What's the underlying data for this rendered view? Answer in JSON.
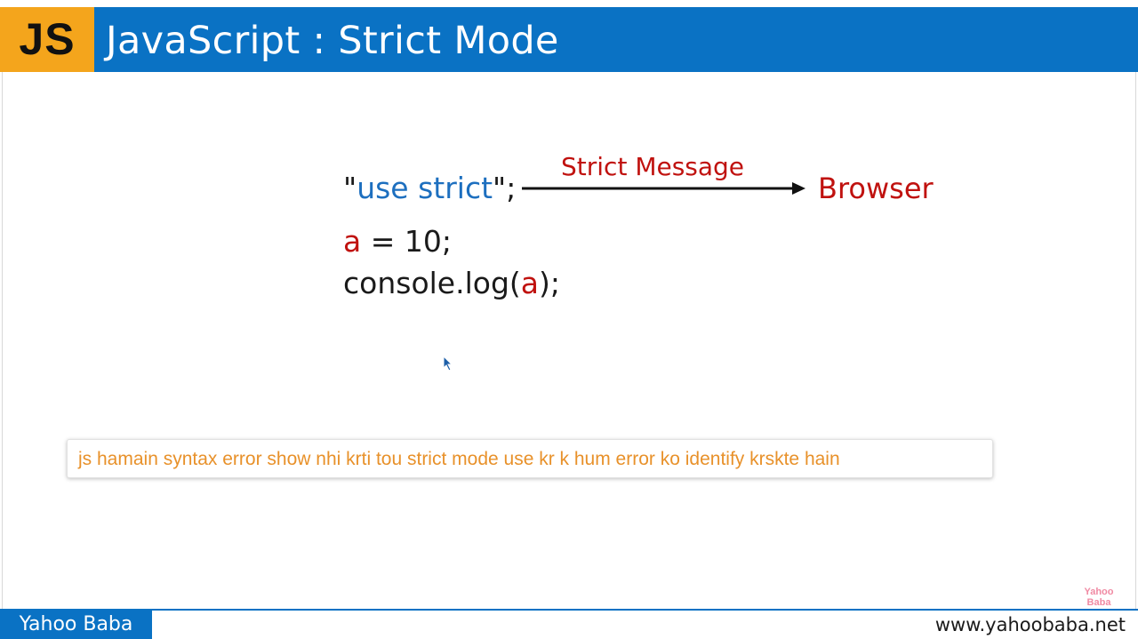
{
  "header": {
    "badge": "JS",
    "title": "JavaScript : Strict Mode"
  },
  "slide": {
    "line1": {
      "quote_open": "\"",
      "keyword": "use strict",
      "quote_close": "\";"
    },
    "arrow_label": "Strict Message",
    "target": "Browser",
    "line2": {
      "var": "a",
      "rest": " = 10;"
    },
    "line3": {
      "prefix": "console.log(",
      "var": "a",
      "suffix": ");"
    }
  },
  "caption": {
    "text": "js hamain syntax error show nhi krti tou strict mode use kr k hum error ko identify krskte hain"
  },
  "footer": {
    "brand": "Yahoo Baba",
    "url": "www.yahoobaba.net",
    "watermark": "Yahoo Baba"
  },
  "colors": {
    "header_blue": "#0a72c4",
    "badge_orange": "#f4a51c",
    "keyword_blue": "#1d6fbf",
    "accent_red": "#c0120f",
    "caption_orange": "#e8912a"
  },
  "icons": {
    "pointer": "mouse-cursor-icon",
    "arrow": "right-arrow"
  }
}
